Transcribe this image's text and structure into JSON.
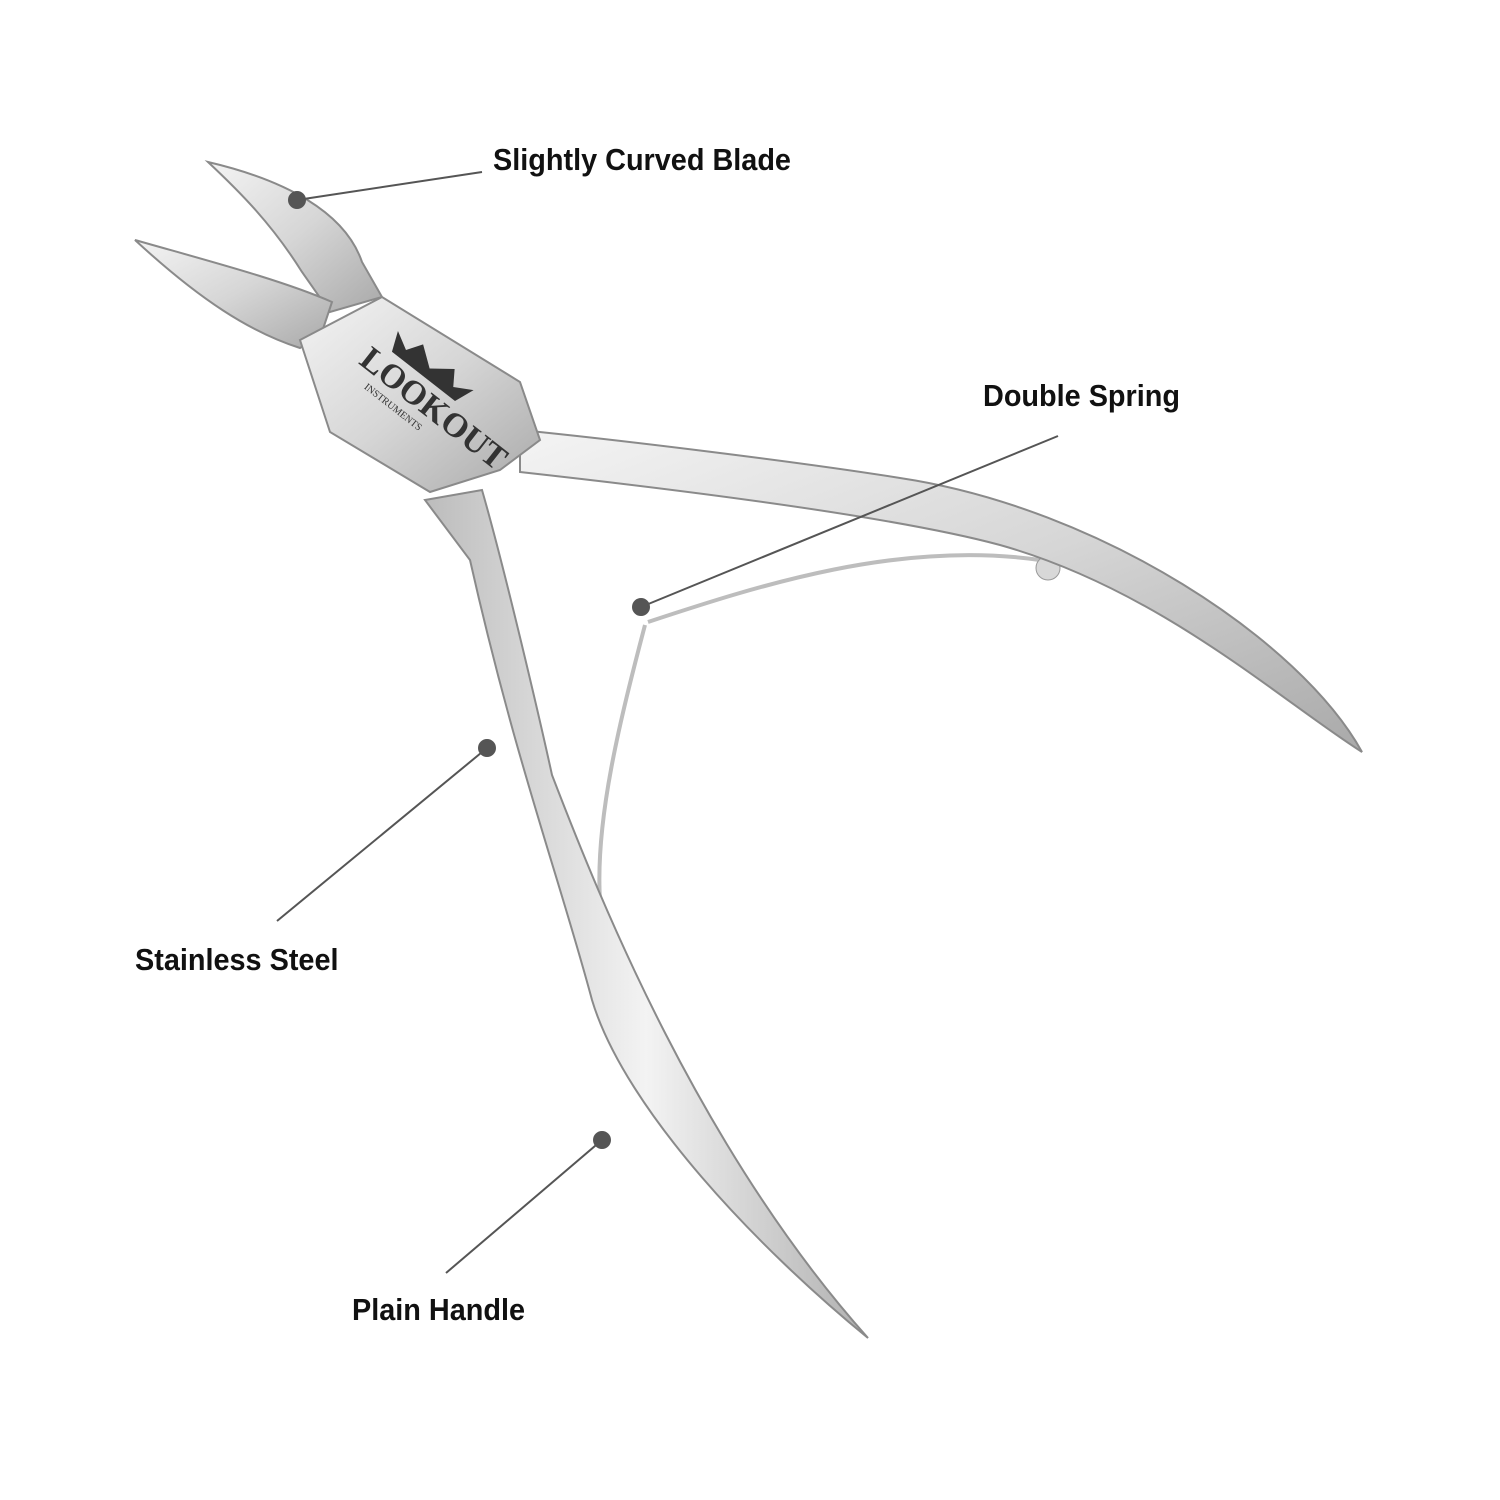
{
  "product": {
    "brand_logo": "LOOKOUT",
    "brand_sub": "INSTRUMENTS"
  },
  "callouts": [
    {
      "label": "Slightly Curved Blade"
    },
    {
      "label": "Double Spring"
    },
    {
      "label": "Stainless Steel"
    },
    {
      "label": "Plain Handle"
    }
  ],
  "colors": {
    "steel_light": "#f2f2f2",
    "steel_mid": "#c8c8c8",
    "steel_dark": "#8a8a8a",
    "leader": "#555555",
    "dot": "#555555"
  }
}
